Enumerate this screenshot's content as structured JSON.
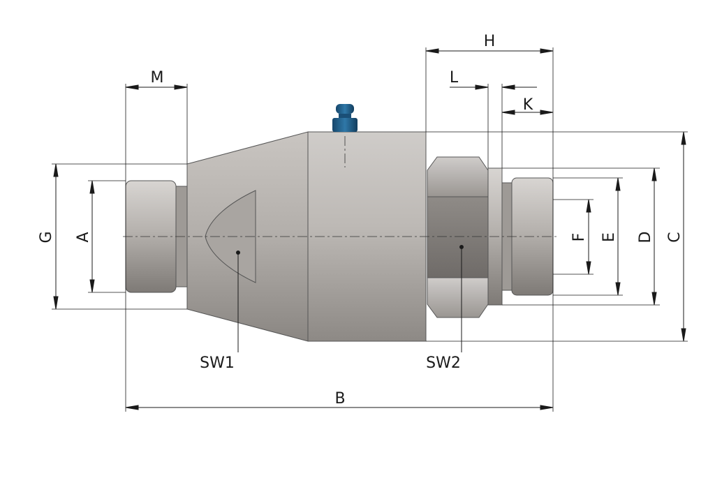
{
  "labels": {
    "H": "H",
    "M": "M",
    "L": "L",
    "K": "K",
    "G": "G",
    "A": "A",
    "F": "F",
    "E": "E",
    "D": "D",
    "C": "C",
    "B": "B",
    "SW1": "SW1",
    "SW2": "SW2"
  },
  "colors": {
    "body": "#b8b4b0",
    "body_dark": "#8e8a86",
    "nipple": "#1e5a86",
    "dim_line": "#1a1a1a"
  }
}
